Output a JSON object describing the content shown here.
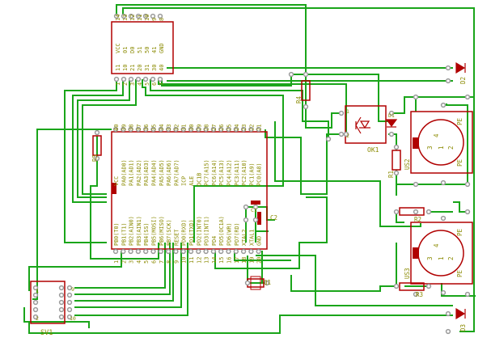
{
  "colors": {
    "background": "#ffffff",
    "trace": "#1aa51a",
    "outline": "#b00000",
    "silkscreen": "#8a8a00",
    "pad": "#9a9a9a"
  },
  "ic_small": {
    "pins_top": [
      "14",
      "13",
      "12",
      "11",
      "10",
      "9",
      "8"
    ],
    "pins_bottom": [
      "1",
      "2",
      "3",
      "4",
      "5",
      "6",
      "7"
    ],
    "inside_left": [
      "11",
      "10",
      "21",
      "20",
      "31",
      "30",
      "40"
    ],
    "inside_right": [
      "VCC",
      "01",
      "D0",
      "51",
      "50",
      "41",
      "GND"
    ]
  },
  "ic_main": {
    "pins_top": [
      "40",
      "39",
      "38",
      "37",
      "36",
      "35",
      "34",
      "33",
      "32",
      "31",
      "30",
      "29",
      "28",
      "27",
      "26",
      "25",
      "24",
      "23",
      "22",
      "21"
    ],
    "pins_bottom": [
      "1",
      "2",
      "3",
      "4",
      "5",
      "6",
      "7",
      "8",
      "9",
      "10",
      "11",
      "12",
      "13",
      "14",
      "15",
      "16",
      "17",
      "18",
      "19",
      "20"
    ],
    "left_signals": [
      "VCC",
      "PA0(AD0)",
      "PA1(AD1)",
      "PA2(AD2)",
      "PA3(AD3)",
      "PA4(AD4)",
      "PA5(AD5)",
      "PA6(AD6)",
      "PA7(AD7)",
      "ICP",
      "ALE",
      "OC1B",
      "PC7(A15)",
      "PC6(A14)",
      "PC5(A13)",
      "PC4(A12)",
      "PC3(A11)",
      "PC2(A10)",
      "PC1(A9)",
      "PC0(A8)"
    ],
    "right_signals": [
      "PB0(T0)",
      "PB1(T1)",
      "PB2(AIN0)",
      "PB3(AIN1)",
      "PB4(SS)",
      "PB5(MOSI)",
      "PB6(MISO)",
      "PB7(SCK)",
      "RESET",
      "PD0(RXD)",
      "PD1(TXD)",
      "PD2(INT0)",
      "PD3(INT1)",
      "PD4",
      "PD5(OC1A)",
      "PD6(WR)",
      "PD7(RD)",
      "XTAL2",
      "XTAL1",
      "GND"
    ]
  },
  "labels": {
    "r4": "R4",
    "r5": "R5",
    "r1": "R1",
    "r2": "R2",
    "r3": "R3",
    "ok1": "OK1",
    "us2": "US2",
    "us3": "US3",
    "c1": "C1",
    "c2": "C2",
    "q1": "Q1",
    "sv1": "SV1",
    "d1": "D1",
    "d2": "D2",
    "d3": "D3",
    "pe": "PE",
    "n4": "4",
    "n3": "3",
    "n2": "2",
    "n1": "1",
    "ok_pin1": "1",
    "ok_pin2": "2",
    "sv_pin1": "1",
    "sv_pin2": "2",
    "sv_pin9": "9",
    "sv_pin10": "10"
  }
}
